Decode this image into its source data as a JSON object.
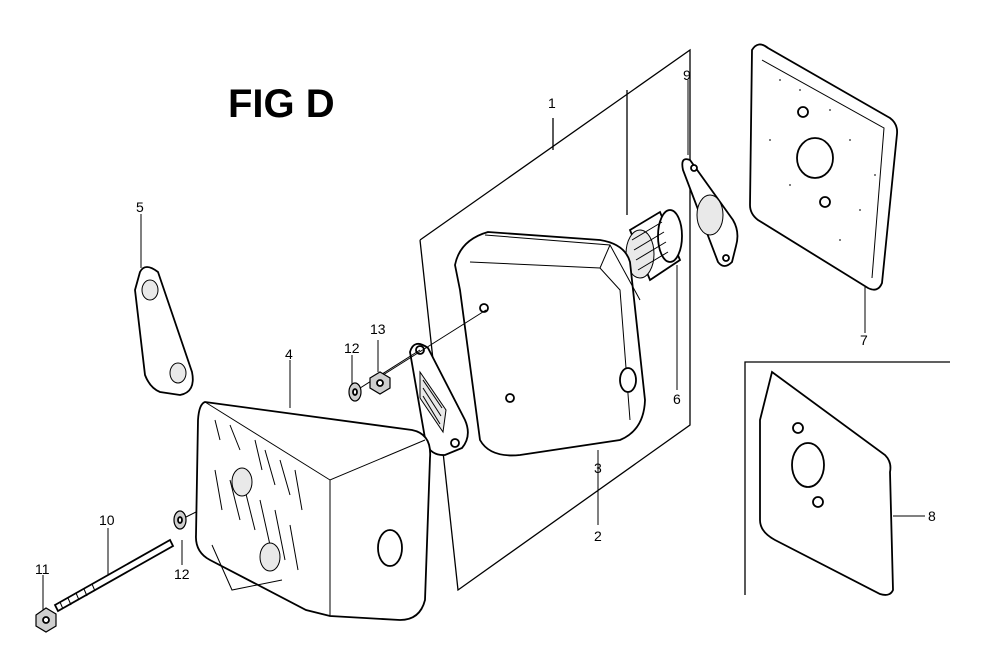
{
  "figure": {
    "title": "FIG D"
  },
  "parts": [
    {
      "id": "p1",
      "label": "1"
    },
    {
      "id": "p2",
      "label": "2"
    },
    {
      "id": "p3",
      "label": "3"
    },
    {
      "id": "p4",
      "label": "4"
    },
    {
      "id": "p5",
      "label": "5"
    },
    {
      "id": "p6",
      "label": "6"
    },
    {
      "id": "p7",
      "label": "7"
    },
    {
      "id": "p8",
      "label": "8"
    },
    {
      "id": "p9",
      "label": "9"
    },
    {
      "id": "p10",
      "label": "10"
    },
    {
      "id": "p11",
      "label": "11"
    },
    {
      "id": "p12a",
      "label": "12"
    },
    {
      "id": "p12b",
      "label": "12"
    },
    {
      "id": "p13",
      "label": "13"
    }
  ]
}
